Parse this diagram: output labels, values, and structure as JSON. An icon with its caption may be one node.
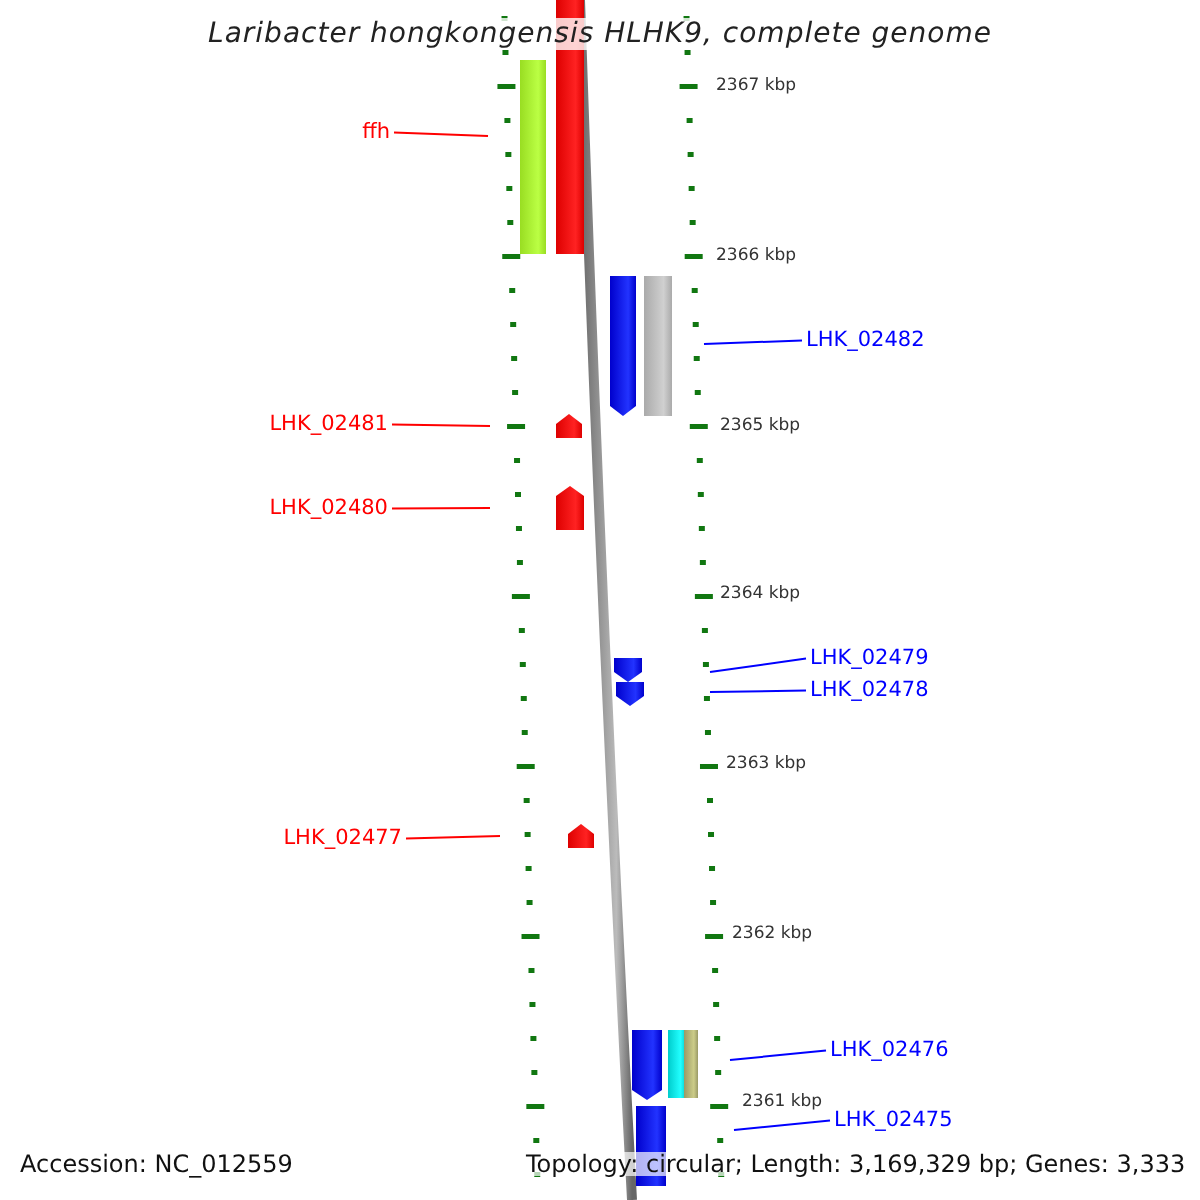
{
  "diagram": {
    "title": "Laribacter hongkongensis HLHK9, complete genome",
    "nodes": [
      {
        "text": [
          "ffh"
        ]
      },
      {
        "text": [
          "LHK_02482"
        ]
      },
      {
        "text": [
          "LHK_02481"
        ]
      },
      {
        "text": [
          "LHK_02480"
        ]
      },
      {
        "text": [
          "LHK_02479"
        ]
      },
      {
        "text": [
          "LHK_02478"
        ]
      },
      {
        "text": [
          "LHK_02477"
        ]
      },
      {
        "text": [
          "LHK_02476"
        ]
      },
      {
        "text": [
          "LHK_02475"
        ]
      }
    ],
    "edges": [
      {
        "from": 0,
        "to": null,
        "arrow": "none",
        "color": "#ff0000"
      },
      {
        "from": 1,
        "to": null,
        "arrow": "none"
      },
      {
        "from": 2,
        "to": null,
        "arrow": "none",
        "color": "#ff0000"
      },
      {
        "from": 3,
        "to": null,
        "arrow": "none",
        "color": "#ff0000"
      },
      {
        "from": 4,
        "to": null,
        "arrow": "none"
      },
      {
        "from": 5,
        "to": null,
        "arrow": "none"
      },
      {
        "from": 6,
        "to": null,
        "arrow": "none",
        "color": "#ff0000"
      },
      {
        "from": 7,
        "to": null,
        "arrow": "none"
      },
      {
        "from": 8,
        "to": null,
        "arrow": "none"
      }
    ],
    "labels": [
      "2367 kbp",
      "2366 kbp",
      "2365 kbp",
      "2364 kbp",
      "2363 kbp",
      "2362 kbp",
      "2361 kbp",
      "Accession: NC_012559",
      "Topology: circular; Length: 3,169,329 bp; Genes: 3,333"
    ]
  }
}
